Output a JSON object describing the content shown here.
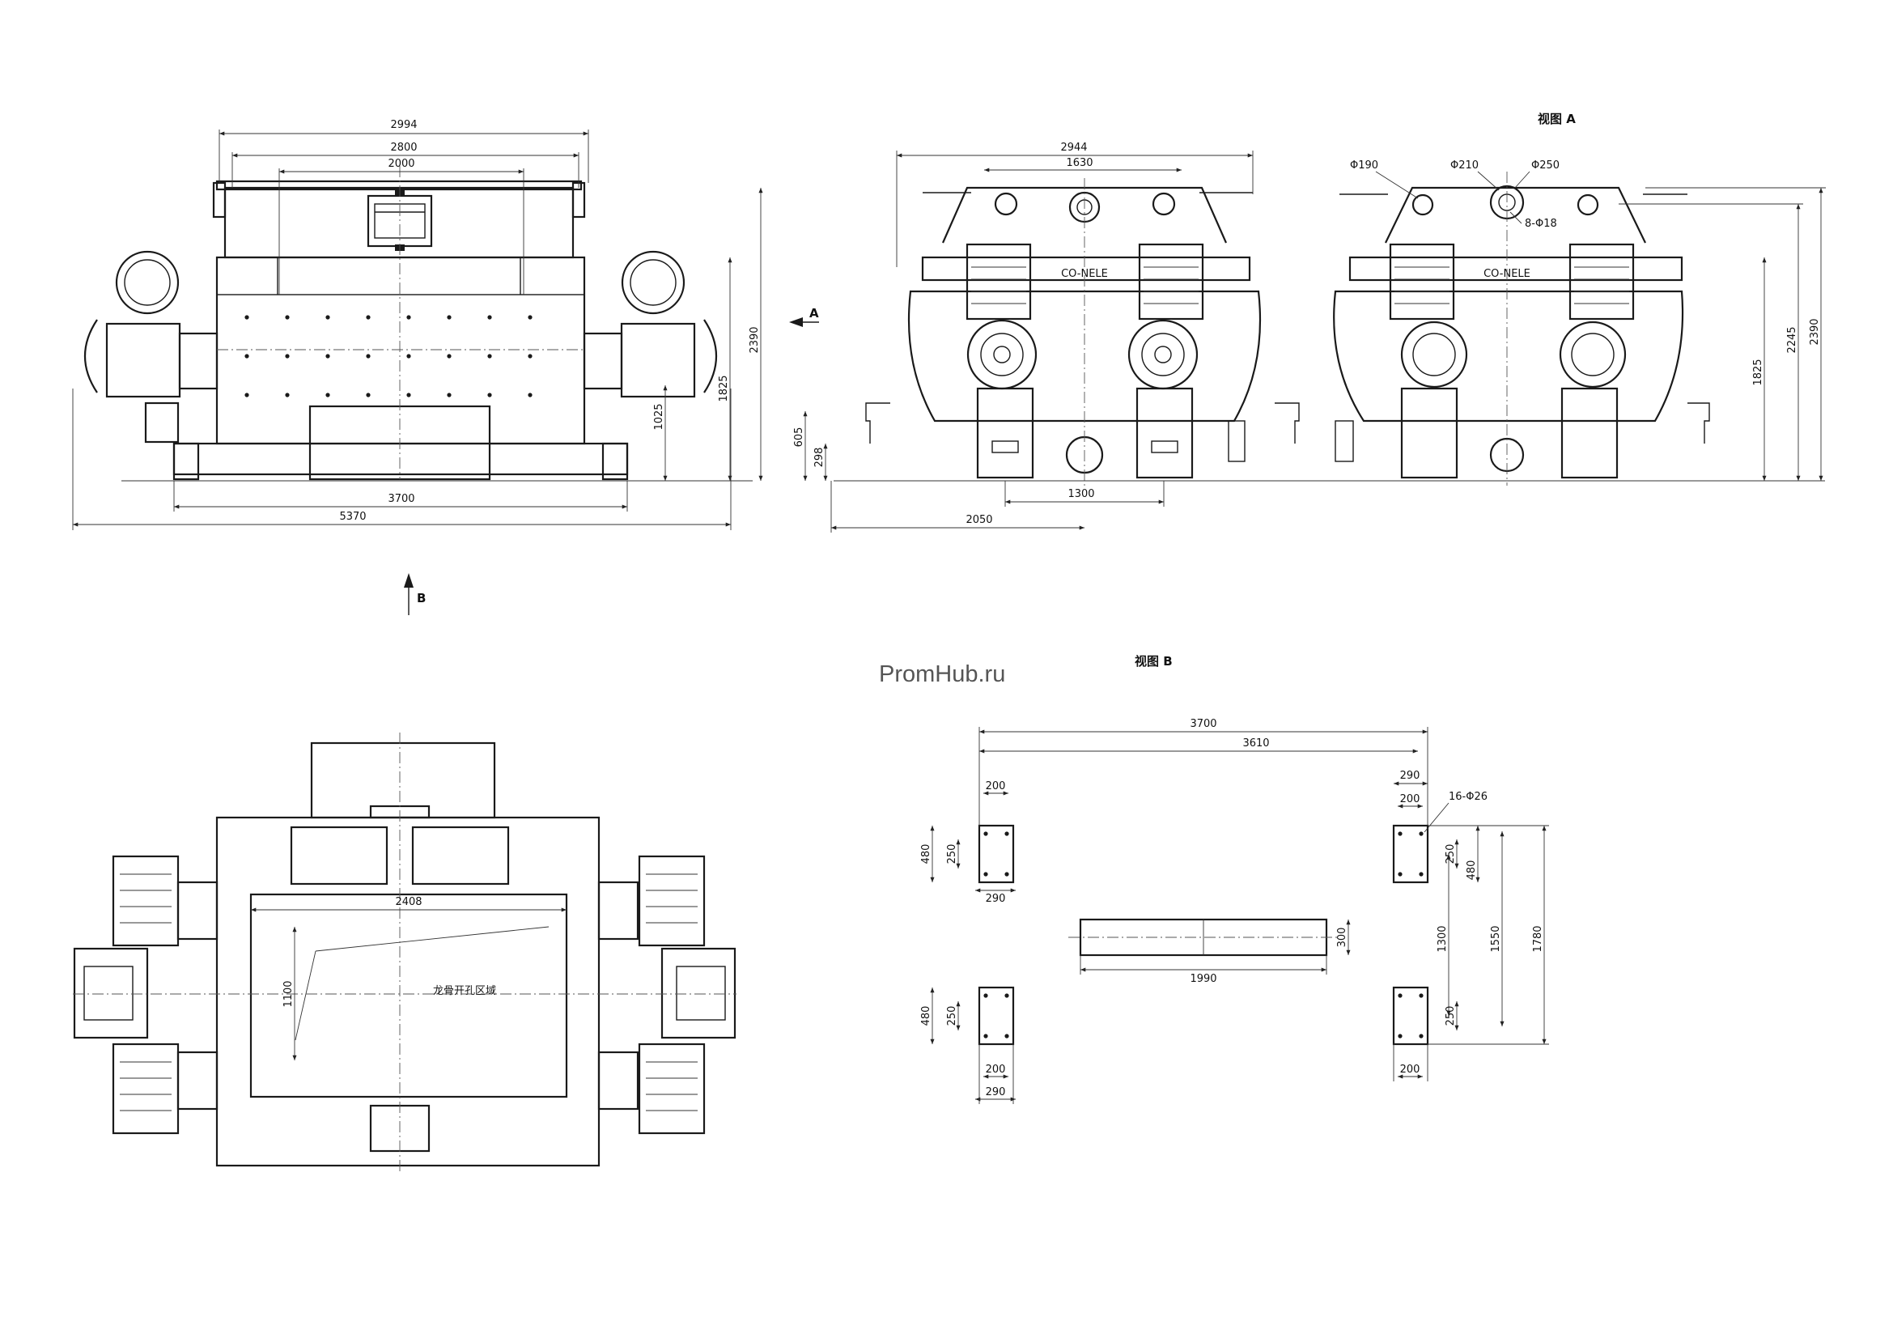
{
  "watermark": "PromHub.ru",
  "view_labels": {
    "view_a": "视图 A",
    "view_b": "视图 B",
    "arrow_a": "A",
    "arrow_b": "B"
  },
  "brand_mark": "CO-NELE",
  "area_note": "龙骨开孔区域",
  "front_view": {
    "width_2994": "2994",
    "width_2800": "2800",
    "width_2000": "2000",
    "height_2390": "2390",
    "height_1825": "1825",
    "height_1025": "1025",
    "base_3700": "3700",
    "base_5370": "5370"
  },
  "side_view": {
    "width_2944": "2944",
    "width_1630": "1630",
    "height_605": "605",
    "height_298": "298",
    "base_1300": "1300",
    "base_2050": "2050"
  },
  "view_a_dims": {
    "dia_190": "Φ190",
    "dia_210": "Φ210",
    "dia_250": "Φ250",
    "holes": "8-Φ18",
    "height_1825": "1825",
    "height_2245": "2245",
    "height_2390": "2390"
  },
  "top_view": {
    "width_2408": "2408",
    "height_1100": "1100"
  },
  "view_b_dims": {
    "d3700": "3700",
    "d3610": "3610",
    "d290_top": "290",
    "d200_tl": "200",
    "d200_tr": "200",
    "holes_16": "16-Φ26",
    "d480_l": "480",
    "d250_l": "250",
    "d290_l": "290",
    "d250_r": "250",
    "d480_r": "480",
    "d1300": "1300",
    "d1550": "1550",
    "d1780": "1780",
    "d300": "300",
    "d1990": "1990",
    "d480_bl": "480",
    "d250_bl": "250",
    "d250_br": "250",
    "d200_bl": "200",
    "d290_bl": "290",
    "d200_br": "200"
  }
}
